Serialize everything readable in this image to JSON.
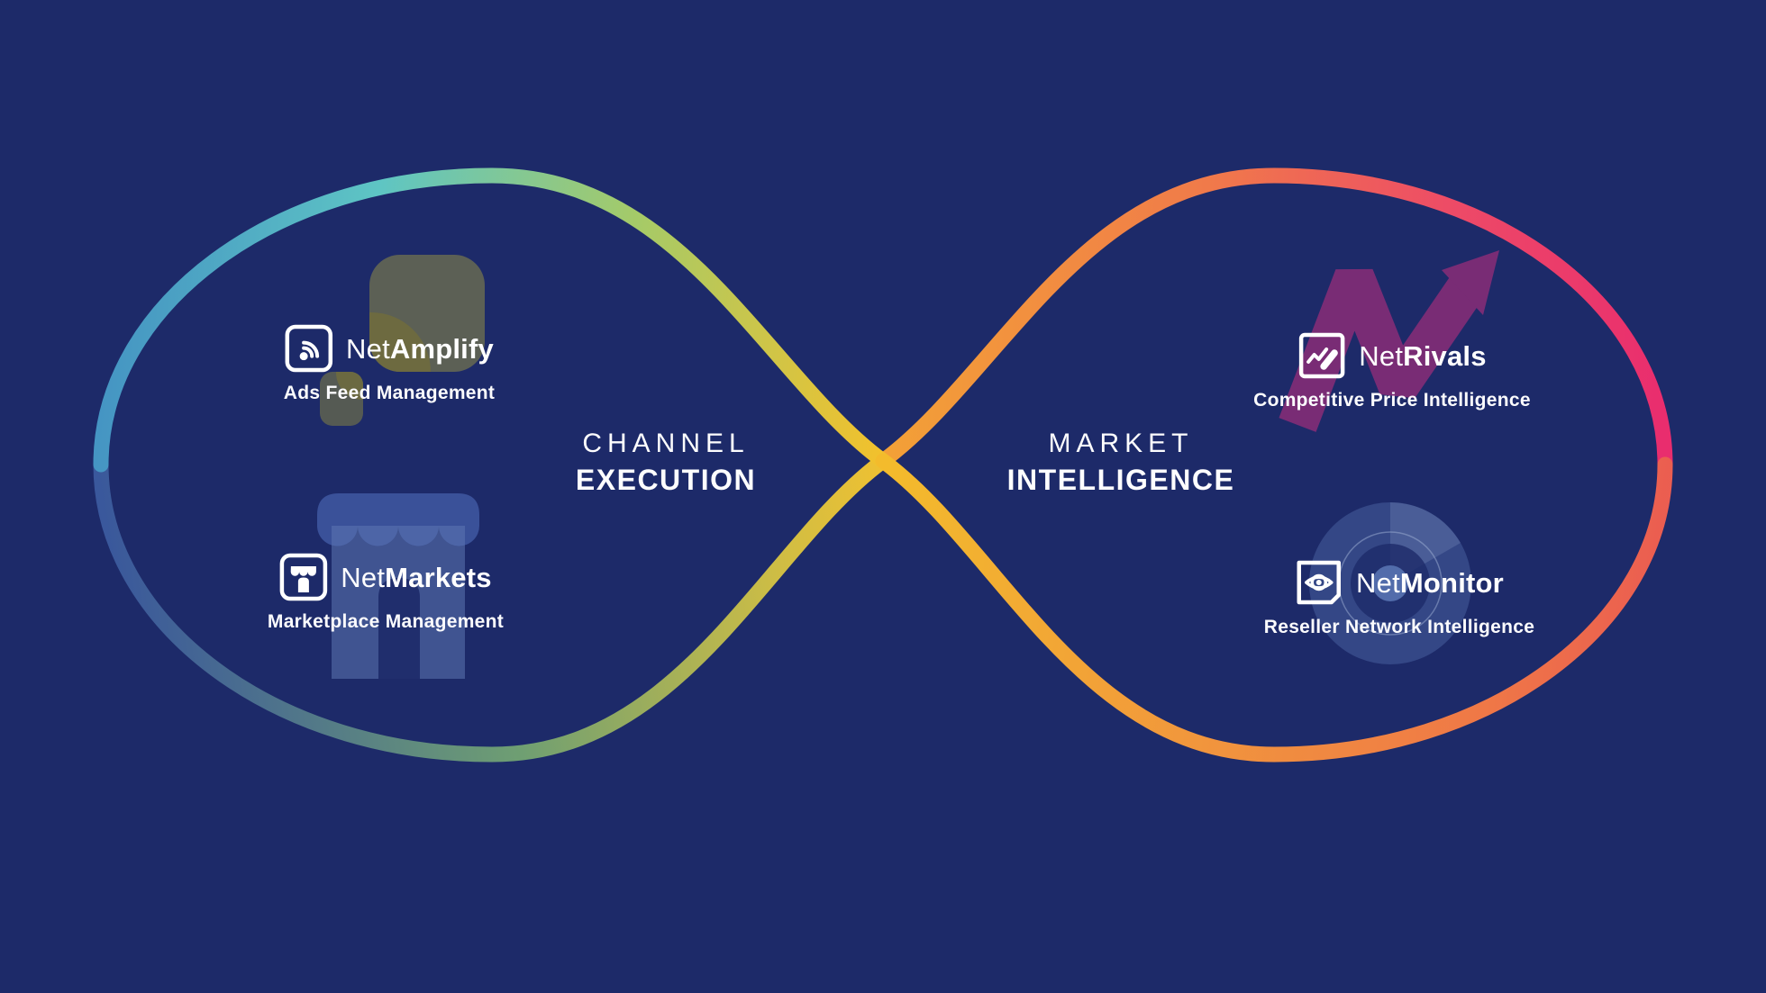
{
  "background_color": "#1d2a69",
  "left_loop": {
    "title_line1": "CHANNEL",
    "title_line2": "EXECUTION",
    "gradient_top": [
      "#4493c3",
      "#5ec5c4",
      "#a5ca68",
      "#f1c12d"
    ],
    "gradient_bottom": [
      "#37549e",
      "#6f9f72",
      "#cdbd45",
      "#edc033"
    ]
  },
  "right_loop": {
    "title_line1": "MARKET",
    "title_line2": "INTELLIGENCE",
    "gradient_top": [
      "#f3a236",
      "#f07a4a",
      "#ed4a67",
      "#e92d6e"
    ],
    "gradient_bottom": [
      "#f3bb2c",
      "#f1953d",
      "#ef7747",
      "#ea5a52"
    ]
  },
  "products": {
    "amplify": {
      "prefix": "Net",
      "suffix": "Amplify",
      "description": "Ads Feed Management",
      "icon": "broadcast-icon"
    },
    "markets": {
      "prefix": "Net",
      "suffix": "Markets",
      "description": "Marketplace Management",
      "icon": "storefront-icon"
    },
    "rivals": {
      "prefix": "Net",
      "suffix": "Rivals",
      "description": "Competitive Price Intelligence",
      "icon": "trend-pen-icon"
    },
    "monitor": {
      "prefix": "Net",
      "suffix": "Monitor",
      "description": "Reseller Network Intelligence",
      "icon": "eye-icon"
    }
  },
  "watermark_colors": {
    "amplify_gray": "#646653",
    "amplify_olive": "#6e6a3f",
    "markets_awning": "#3f58a2",
    "markets_body": "#5d76b2",
    "rivals_magenta": "#8a2d78",
    "monitor_slate": "#5873b1"
  }
}
